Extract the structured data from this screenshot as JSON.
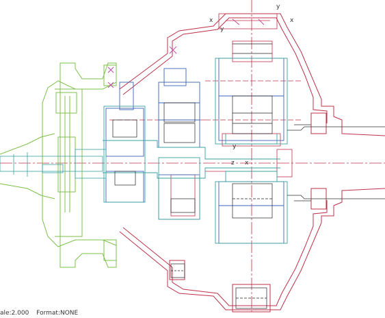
{
  "status": {
    "scale": "ale:2.000",
    "format": "Format:NONE"
  },
  "axis_labels": {
    "x1": "x",
    "x2": "x",
    "y1": "y",
    "y2": "y",
    "z": "z",
    "x3": "x",
    "y3": "y"
  },
  "colors": {
    "background": "#ffffff",
    "red": "#c0304a",
    "blue": "#3a63b8",
    "green": "#7cc04a",
    "teal": "#3aa0a0",
    "black": "#222222",
    "magenta": "#c040a0"
  }
}
